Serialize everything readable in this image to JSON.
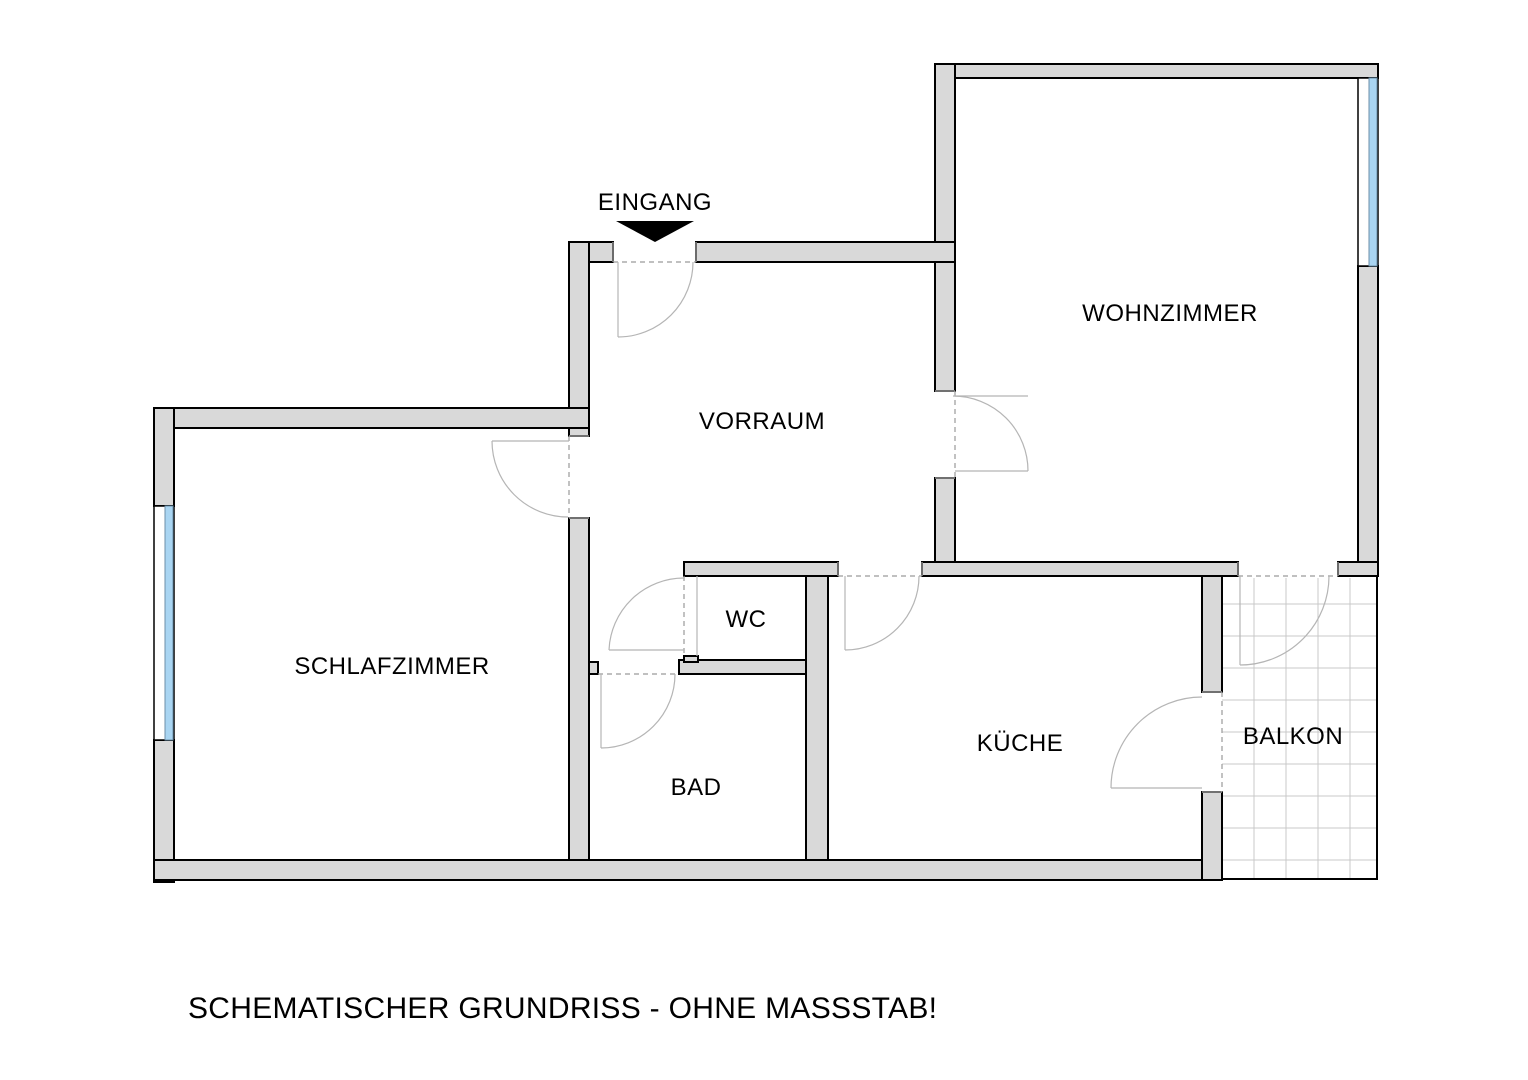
{
  "entrance_label": "EINGANG",
  "rooms": {
    "wohnzimmer": "WOHNZIMMER",
    "vorraum": "VORRAUM",
    "schlafzimmer": "SCHLAFZIMMER",
    "wc": "WC",
    "bad": "BAD",
    "kueche": "KÜCHE",
    "balkon": "BALKON"
  },
  "caption": "SCHEMATISCHER GRUNDRISS - OHNE MASSSTAB!",
  "colors": {
    "wall_fill": "#d9d9d9",
    "window_glass": "#a9d5f2",
    "balcony_tile": "#c8c8c8"
  }
}
